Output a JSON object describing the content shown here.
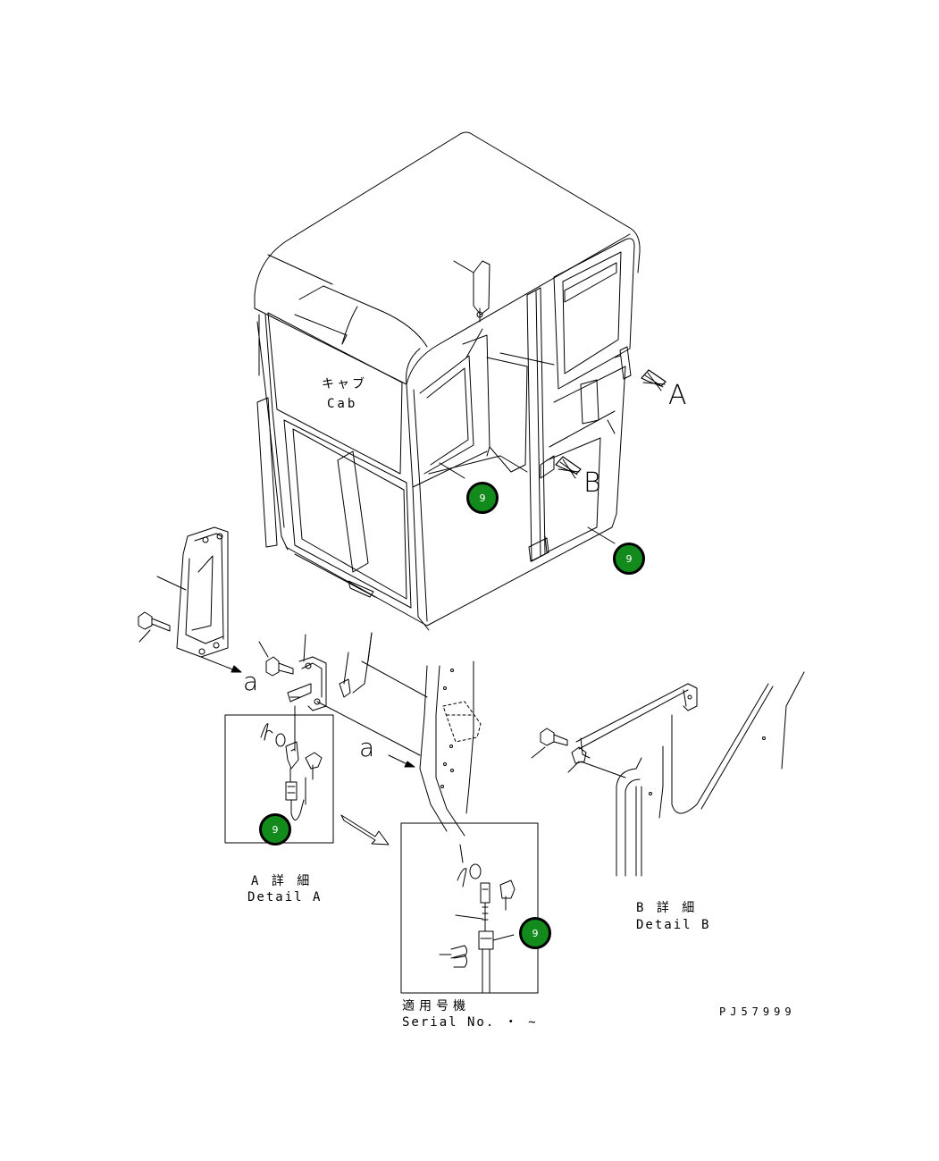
{
  "labels": {
    "cab_jp": "キャブ",
    "cab_en": "Cab",
    "view_a": "A",
    "view_b": "B",
    "ref_a1": "a",
    "ref_a2": "a",
    "detail_a_jp": "A 詳 細",
    "detail_a_en": "Detail A",
    "detail_b_jp": "B 詳 細",
    "detail_b_en": "Detail B",
    "serial_jp": "適用号機",
    "serial_en": "Serial No.  ・  ~",
    "drawing_id": "PJ57999"
  },
  "callouts": [
    {
      "text": "9"
    },
    {
      "text": "9"
    },
    {
      "text": "9"
    },
    {
      "text": "9"
    }
  ],
  "colors": {
    "callout_fill": "#138a1c",
    "line": "#000000"
  }
}
